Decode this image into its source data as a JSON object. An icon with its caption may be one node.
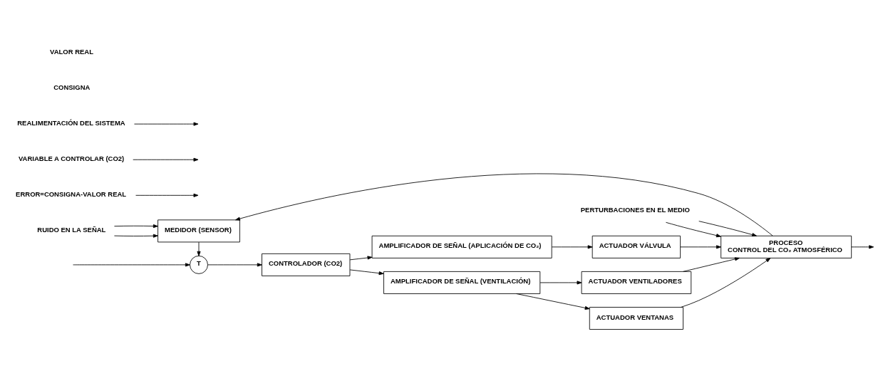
{
  "diagram": {
    "nodes": [
      {
        "text": [
          "T"
        ]
      },
      {
        "text": [
          "CONTROLADOR (CO2)"
        ]
      },
      {
        "text": [
          "AMPLIFICADOR DE SEÑAL (APLICACIÓN DE CO₂)"
        ]
      },
      {
        "text": [
          "AMPLIFICADOR DE SEÑAL (VENTILACIÓN)"
        ]
      },
      {
        "text": [
          "ACTUADOR VÁLVULA"
        ]
      },
      {
        "text": [
          "ACTUADOR VENTILADORES"
        ]
      },
      {
        "text": [
          "ACTUADOR VENTANAS"
        ]
      },
      {
        "text": [
          "PROCESO",
          "CONTROL DEL CO₂ ATMOSFÉRICO"
        ]
      },
      {
        "text": [
          "MEDIDOR (SENSOR)"
        ]
      },
      {
        "text": [
          "ERROR=CONSIGNA-VALOR REAL"
        ]
      },
      {
        "text": [
          "VARIABLE A CONTROLAR (CO2)"
        ]
      },
      {
        "text": [
          "PERTURBACIONES EN EL MEDIO"
        ]
      },
      {
        "text": [
          "RUIDO EN LA SEÑAL"
        ]
      },
      {
        "text": [
          "REALIMENTACIÓN DEL SISTEMA"
        ]
      }
    ],
    "edges": [
      {
        "from": null,
        "to": 0,
        "arrow": "to"
      },
      {
        "from": 0,
        "to": 1,
        "arrow": "to"
      },
      {
        "from": 1,
        "to": 2,
        "arrow": "to"
      },
      {
        "from": 1,
        "to": 3,
        "arrow": "to"
      },
      {
        "from": 2,
        "to": 4,
        "arrow": "to"
      },
      {
        "from": 3,
        "to": 5,
        "arrow": "to"
      },
      {
        "from": 3,
        "to": 6,
        "arrow": "to"
      },
      {
        "from": 4,
        "to": 7,
        "arrow": "to"
      },
      {
        "from": 5,
        "to": 7,
        "arrow": "to"
      },
      {
        "from": 6,
        "to": 7,
        "arrow": "to"
      },
      {
        "from": 7,
        "to": null,
        "arrow": "to"
      },
      {
        "from": 7,
        "to": 8,
        "arrow": "to"
      },
      {
        "from": 8,
        "to": 0,
        "arrow": "to"
      },
      {
        "from": 9,
        "to": null,
        "arrow": "to"
      },
      {
        "from": 10,
        "to": null,
        "arrow": "to"
      },
      {
        "from": 11,
        "to": 7,
        "arrow": "to"
      },
      {
        "from": 11,
        "to": 7,
        "arrow": "to"
      },
      {
        "from": 12,
        "to": 8,
        "arrow": "to"
      },
      {
        "from": 12,
        "to": 8,
        "arrow": "to"
      },
      {
        "from": 13,
        "to": null,
        "arrow": "to"
      }
    ],
    "labels": [
      "CONSIGNA",
      "VALOR REAL"
    ]
  }
}
